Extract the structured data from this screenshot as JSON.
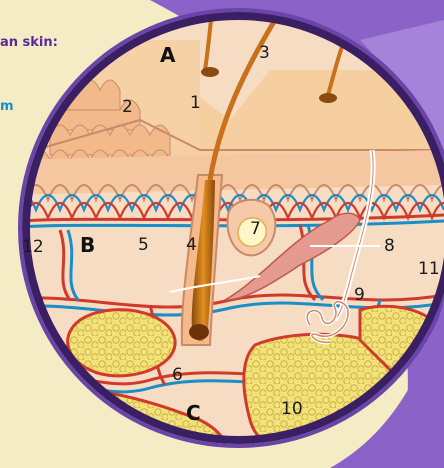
{
  "header": {
    "line1": "an skin:",
    "line2": "m"
  },
  "layers": {
    "A": "A",
    "B": "B",
    "C": "C"
  },
  "labels": [
    "1",
    "2",
    "3",
    "4",
    "5",
    "6",
    "7",
    "8",
    "9",
    "10",
    "11",
    "12"
  ],
  "colors": {
    "background": "#f3ecc4",
    "purple": "#8b62c8",
    "purple_dark": "#6a44a8",
    "frame": "#3b1f63",
    "epidermis_top": "#f6cfa0",
    "skin": "#f7dcc4",
    "dermal_line": "#c98a6a",
    "artery": "#d13a2a",
    "vein": "#1a8ec8",
    "fat": "#f2e277",
    "fat_outline": "#c9a84a",
    "hair": "#c8701a",
    "header_text": "#5a2a9a"
  }
}
